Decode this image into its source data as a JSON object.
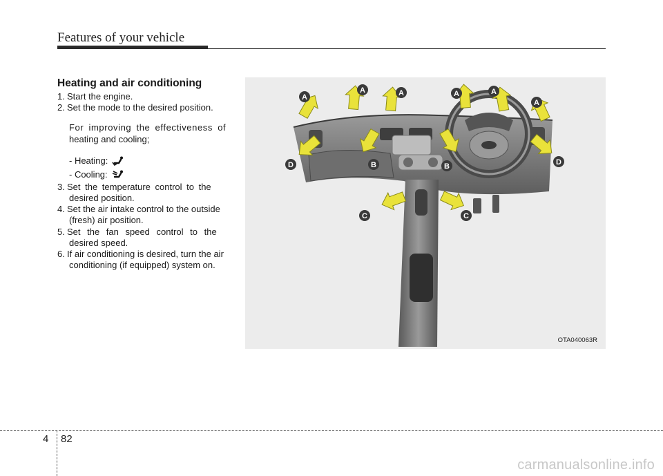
{
  "header": {
    "title": "Features of your vehicle"
  },
  "section": {
    "heading": "Heating and air conditioning",
    "steps": [
      {
        "num": "1.",
        "text": "Start the engine."
      },
      {
        "num": "2.",
        "text": "Set the mode to the desired position."
      },
      {
        "num": "3.",
        "line1": "Set the temperature control to the",
        "line2": "desired position."
      },
      {
        "num": "4.",
        "line1": "Set the air intake control to the outside",
        "line2": "(fresh) air position."
      },
      {
        "num": "5.",
        "line1": "Set the fan speed control to the",
        "line2": "desired speed."
      },
      {
        "num": "6.",
        "line1": "If air conditioning is desired, turn the air",
        "line2": "conditioning (if equipped) system on."
      }
    ],
    "note_line1": "For improving the effectiveness of",
    "note_line2": "heating and cooling;",
    "heating_label": "- Heating:",
    "cooling_label": "- Cooling:",
    "heating_icon": "floor-mode-icon",
    "cooling_icon": "face-mode-icon"
  },
  "figure": {
    "code": "OTA040063R",
    "labels": {
      "a": "A",
      "b": "B",
      "c": "C",
      "d": "D"
    },
    "arrow_color": "#e9e23a",
    "label_color": "#3a3a3a"
  },
  "footer": {
    "chapter": "4",
    "page": "82"
  },
  "watermark": "carmanualsonline.info"
}
